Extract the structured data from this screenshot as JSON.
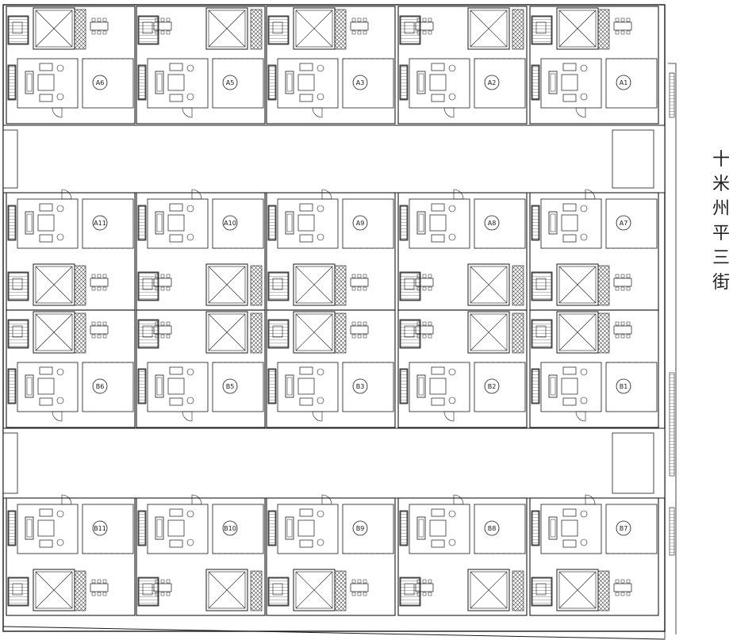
{
  "street_label": [
    "十",
    "米",
    "州",
    "平",
    "三",
    "街"
  ],
  "unit_labels": {
    "row1": [
      "A6",
      "A5",
      "A3",
      "A2",
      "A1"
    ],
    "row2": [
      "A11",
      "A10",
      "A9",
      "A8",
      "A7"
    ],
    "row3": [
      "B6",
      "B5",
      "B3",
      "B2",
      "B1"
    ],
    "row4": [
      "B11",
      "B10",
      "B9",
      "B8",
      "B7"
    ]
  },
  "colors": {
    "line": "#1a1a1a",
    "hatch": "#555555",
    "background": "#ffffff"
  }
}
